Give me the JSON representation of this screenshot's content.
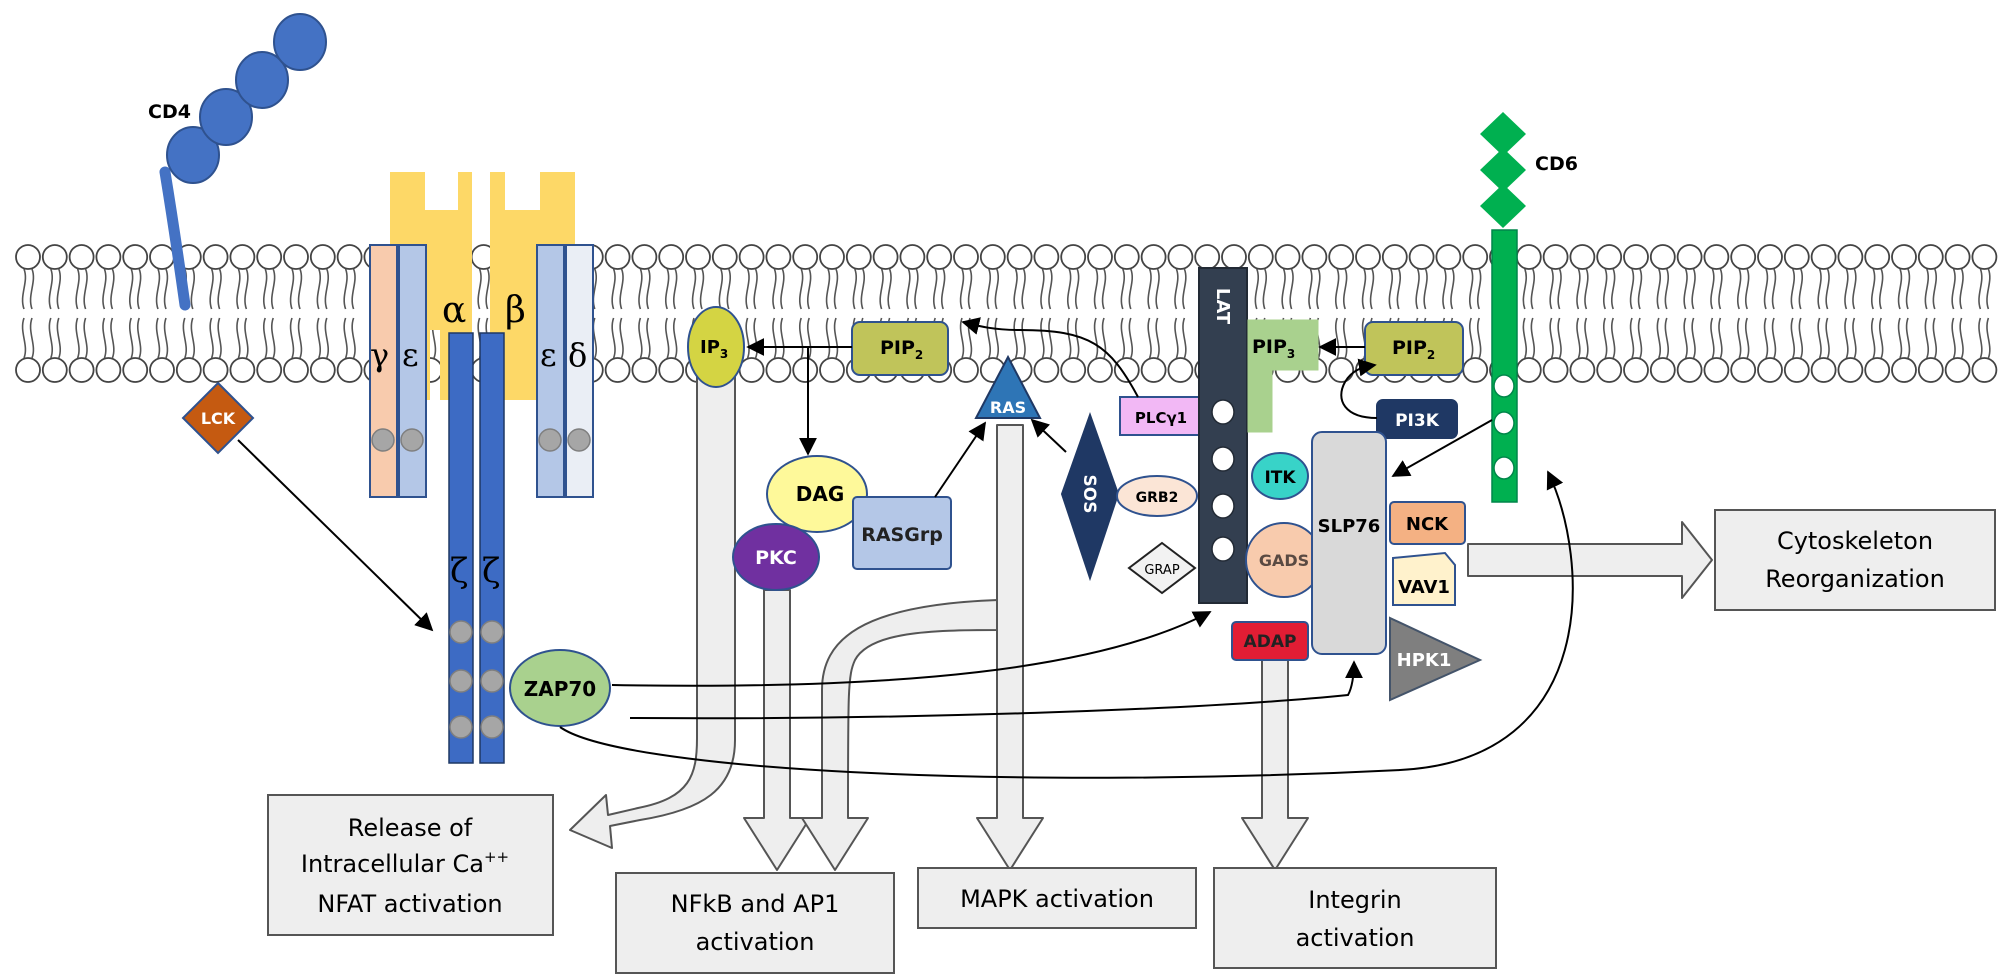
{
  "proteins": {
    "cd4": "CD4",
    "cd6": "CD6",
    "lck": "LCK",
    "zap70": "ZAP70",
    "ip3": "IP",
    "ip3_sub": "3",
    "pip2_left": "PIP",
    "pip2_left_sub": "2",
    "pip3": "PIP",
    "pip3_sub": "3",
    "pip2_right": "PIP",
    "pip2_right_sub": "2",
    "dag": "DAG",
    "pkc": "PKC",
    "rasgrp": "RASGrp",
    "ras": "RAS",
    "sos": "SOS",
    "plcg1": "PLCγ1",
    "grb2": "GRB2",
    "grap": "GRAP",
    "lat": "LAT",
    "itk": "ITK",
    "gads": "GADS",
    "slp76": "SLP76",
    "pi3k": "PI3K",
    "nck": "NCK",
    "vav1": "VAV1",
    "hpk1": "HPK1",
    "adap": "ADAP"
  },
  "chains": {
    "gamma": "γ",
    "epsilon_left": "ε",
    "alpha": "α",
    "beta": "β",
    "epsilon_right": "ε",
    "delta": "δ",
    "zeta_left": "ζ",
    "zeta_right": "ζ"
  },
  "outcomes": {
    "calcium_line1": "Release of",
    "calcium_line2": "Intracellular Ca",
    "calcium_sup": "++",
    "calcium_line3": "NFAT activation",
    "nfkb_line1": "NFkB and AP1",
    "nfkb_line2": "activation",
    "mapk": "MAPK activation",
    "integrin_line1": "Integrin",
    "integrin_line2": "activation",
    "cytoskeleton_line1": "Cytoskeleton",
    "cytoskeleton_line2": "Reorganization"
  },
  "colors": {
    "tcr_yellow": "#fdd867",
    "zeta_blue": "#3d6bc4",
    "cd4_blue": "#4472c4",
    "lck_orange": "#c55a11",
    "zap70_green": "#a9d18e",
    "ip3_yellow": "#d4d443",
    "pip_olive": "#c0c45a",
    "pip3_green": "#a9d18e",
    "dag_yellow": "#fef99a",
    "pkc_purple": "#7030a0",
    "rasgrp_blue": "#b4c7e7",
    "ras_blue": "#2e75b6",
    "sos_navy": "#1f3864",
    "plcg1_pink": "#f2b8f5",
    "lat_dark": "#333f50",
    "itk_teal": "#38d3c8",
    "gads_peach": "#f8cbad",
    "slp76_gray": "#d9d9d9",
    "pi3k_navy": "#1f3864",
    "nck_orange": "#f4b183",
    "vav1_yellow": "#fff2cc",
    "hpk1_gray": "#7f7f7f",
    "adap_red": "#e11d34",
    "cd6_green": "#00b050",
    "outcome_box": "#eeeeee",
    "big_arrow": "#eeeeee"
  }
}
